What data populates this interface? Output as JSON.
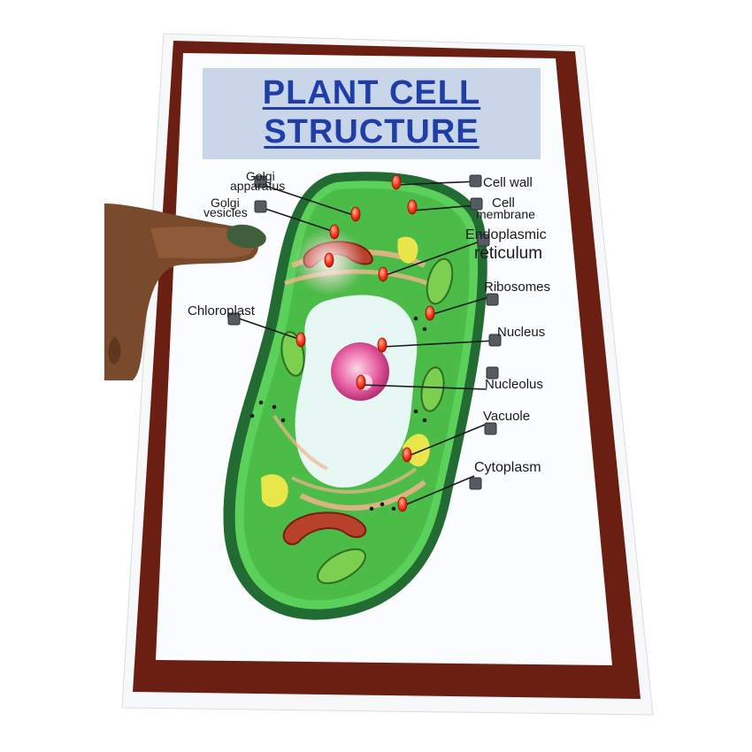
{
  "board": {
    "title_line1": "PLANT CELL",
    "title_line2": "STRUCTURE",
    "colors": {
      "frame": "#6b1f12",
      "title_band": "#c9d6ea",
      "title_text": "#1f3ea8",
      "cell_wall": "#226b33",
      "cytoplasm": "#4fbf4a",
      "vacuole": "#e6f7f4",
      "nucleus": "#c93a7a",
      "led": "#ff3a1e"
    }
  },
  "labels": {
    "golgi_apparatus": [
      "Golgi",
      "apparatus"
    ],
    "golgi_vesicles": [
      "Golgi",
      "vesicles"
    ],
    "chloroplast": "Chloroplast",
    "cell_wall": "Cell wall",
    "cell_membrane": [
      "Cell",
      "membrane"
    ],
    "endoplasmic_reticulum": [
      "Endoplasmic",
      "reticulum"
    ],
    "ribosomes": "Ribosomes",
    "nucleus": "Nucleus",
    "nucleolus": "Nucleolus",
    "vacuole": "Vacuole",
    "cytoplasm": "Cytoplasm"
  }
}
